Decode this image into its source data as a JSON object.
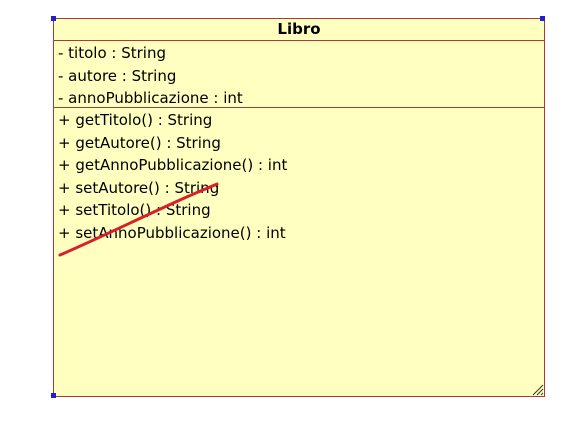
{
  "uml_class": {
    "name": "Libro",
    "attributes": [
      {
        "text": "- titolo : String"
      },
      {
        "text": "- autore : String"
      },
      {
        "text": "- annoPubblicazione : int"
      }
    ],
    "methods": [
      {
        "text": "+ getTitolo() : String"
      },
      {
        "text": "+ getAutore() : String"
      },
      {
        "text": "+ getAnnoPubblicazione() : int"
      },
      {
        "text": "+ setAutore() : String"
      },
      {
        "text": "+ setTitolo() : String"
      },
      {
        "text": "+ setAnnoPubblicazione() : int"
      }
    ]
  },
  "colors": {
    "class_fill": "#ffffc0",
    "class_border": "#a83a3a",
    "selection_handle": "#1f1fd6",
    "annotation_stroke": "#d8202a"
  }
}
